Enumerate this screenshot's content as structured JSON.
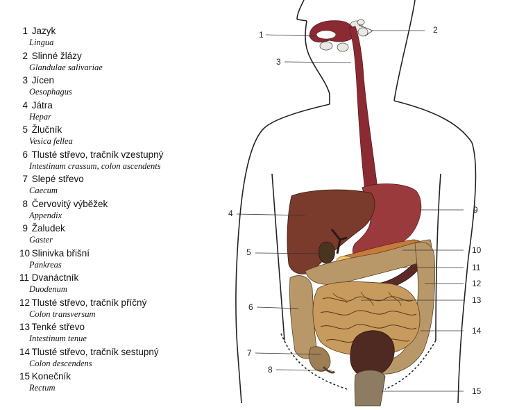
{
  "legend": [
    {
      "num": "1",
      "cz": "Jazyk",
      "la": "Lingua"
    },
    {
      "num": "2",
      "cz": "Slinné žlázy",
      "la": "Glandulae salivariae"
    },
    {
      "num": "3",
      "cz": "Jícen",
      "la": "Oesophagus"
    },
    {
      "num": "4",
      "cz": "Játra",
      "la": "Hepar"
    },
    {
      "num": "5",
      "cz": "Žlučník",
      "la": "Vesica fellea"
    },
    {
      "num": "6",
      "cz": "Tlusté střevo, tračník vzestupný",
      "la": "Intestinum crassum, colon ascendents"
    },
    {
      "num": "7",
      "cz": "Slepé střevo",
      "la": "Caecum"
    },
    {
      "num": "8",
      "cz": "Červovitý výběžek",
      "la": "Appendix"
    },
    {
      "num": "9",
      "cz": "Žaludek",
      "la": "Gaster"
    },
    {
      "num": "10",
      "cz": "Slinivka břišní",
      "la": "Pankreas"
    },
    {
      "num": "11",
      "cz": "Dvanáctník",
      "la": "Duodenum"
    },
    {
      "num": "12",
      "cz": "Tlusté střevo, tračník příčný",
      "la": "Colon transversum"
    },
    {
      "num": "13",
      "cz": "Tenké střevo",
      "la": "Intestinum tenue"
    },
    {
      "num": "14",
      "cz": "Tlusté střevo, tračník sestupný",
      "la": "Colon descendens"
    },
    {
      "num": "15",
      "cz": "Konečník",
      "la": "Rectum"
    }
  ],
  "callouts": {
    "c1": "1",
    "c2": "2",
    "c3": "3",
    "c4": "4",
    "c5": "5",
    "c6": "6",
    "c7": "7",
    "c8": "8",
    "c9": "9",
    "c10": "10",
    "c11": "11",
    "c12": "12",
    "c13": "13",
    "c14": "14",
    "c15": "15"
  },
  "colors": {
    "oesophagus": "#8c2a33",
    "liver": "#7a3a2c",
    "stomach": "#9b3a3c",
    "colon": "#b89868",
    "small_intestine": "#c79a5e",
    "pancreas": "#c87a3c",
    "gallbladder": "#f3c86a",
    "rectum": "#8d7b62",
    "duodenum": "#5b2a25"
  }
}
